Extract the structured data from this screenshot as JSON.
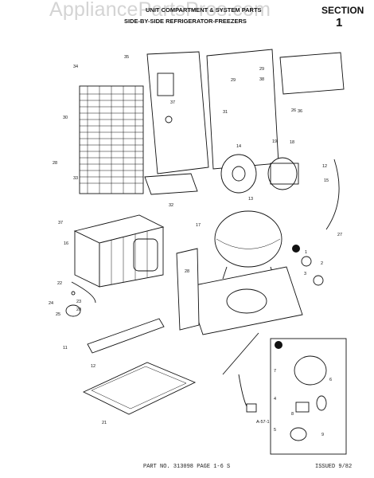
{
  "header": {
    "watermark": "AppliancePartsPros.com",
    "title_line1": "UNIT COMPARTMENT & SYSTEM PARTS",
    "title_line2": "SIDE-BY-SIDE REFRIGERATOR-FREEZERS",
    "section_label": "SECTION",
    "section_number": "1"
  },
  "callouts": [
    "35",
    "36",
    "34",
    "30",
    "28",
    "33",
    "31",
    "37",
    "32",
    "37",
    "29",
    "38",
    "29",
    "26",
    "14",
    "19",
    "18",
    "12",
    "13",
    "15",
    "27",
    "16",
    "2",
    "17",
    "3",
    "1",
    "28",
    "22",
    "24",
    "25",
    "23",
    "20",
    "11",
    "12",
    "21",
    "7",
    "6",
    "4",
    "8",
    "5",
    "9",
    "A-57-1"
  ],
  "footer": {
    "part_no": "PART NO. 313098  PAGE 1-6  S",
    "issued": "ISSUED 9/82"
  },
  "colors": {
    "ink": "#111111",
    "watermark": "#d4d4d4",
    "paper": "#ffffff"
  }
}
